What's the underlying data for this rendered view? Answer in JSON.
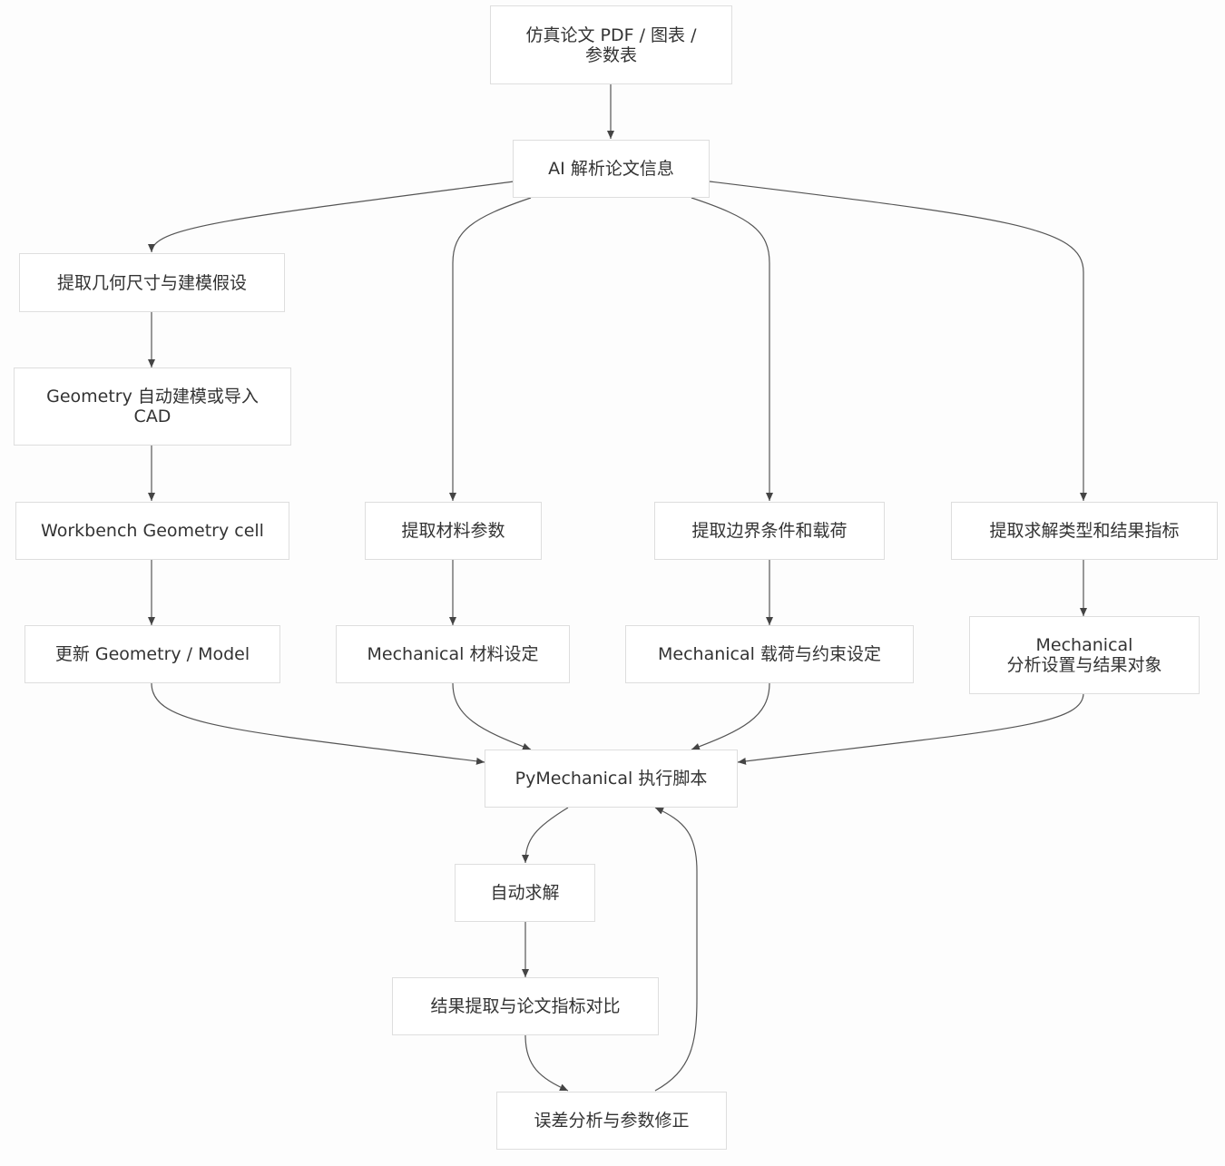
{
  "nodes": [
    {
      "id": "pdf",
      "lines": [
        "仿真论文 PDF / 图表 /",
        "参数表"
      ]
    },
    {
      "id": "ai",
      "lines": [
        "AI 解析论文信息"
      ]
    },
    {
      "id": "geom_ext",
      "lines": [
        "提取几何尺寸与建模假设"
      ]
    },
    {
      "id": "geom_auto",
      "lines": [
        "Geometry 自动建模或导入",
        "CAD"
      ]
    },
    {
      "id": "wb_cell",
      "lines": [
        "Workbench Geometry cell"
      ]
    },
    {
      "id": "update",
      "lines": [
        "更新 Geometry / Model"
      ]
    },
    {
      "id": "mat_ext",
      "lines": [
        "提取材料参数"
      ]
    },
    {
      "id": "mat_set",
      "lines": [
        "Mechanical 材料设定"
      ]
    },
    {
      "id": "bc_ext",
      "lines": [
        "提取边界条件和载荷"
      ]
    },
    {
      "id": "bc_set",
      "lines": [
        "Mechanical 载荷与约束设定"
      ]
    },
    {
      "id": "solve_ext",
      "lines": [
        "提取求解类型和结果指标"
      ]
    },
    {
      "id": "solve_set",
      "lines": [
        "Mechanical",
        "分析设置与结果对象"
      ]
    },
    {
      "id": "pymech",
      "lines": [
        "PyMechanical 执行脚本"
      ]
    },
    {
      "id": "solve",
      "lines": [
        "自动求解"
      ]
    },
    {
      "id": "result",
      "lines": [
        "结果提取与论文指标对比"
      ]
    },
    {
      "id": "error",
      "lines": [
        "误差分析与参数修正"
      ]
    }
  ],
  "edges": [
    [
      "pdf",
      "ai"
    ],
    [
      "ai",
      "geom_ext"
    ],
    [
      "ai",
      "mat_ext"
    ],
    [
      "ai",
      "bc_ext"
    ],
    [
      "ai",
      "solve_ext"
    ],
    [
      "geom_ext",
      "geom_auto"
    ],
    [
      "geom_auto",
      "wb_cell"
    ],
    [
      "wb_cell",
      "update"
    ],
    [
      "mat_ext",
      "mat_set"
    ],
    [
      "bc_ext",
      "bc_set"
    ],
    [
      "solve_ext",
      "solve_set"
    ],
    [
      "update",
      "pymech"
    ],
    [
      "mat_set",
      "pymech"
    ],
    [
      "bc_set",
      "pymech"
    ],
    [
      "solve_set",
      "pymech"
    ],
    [
      "pymech",
      "solve"
    ],
    [
      "solve",
      "result"
    ],
    [
      "result",
      "error"
    ],
    [
      "error",
      "pymech"
    ]
  ]
}
